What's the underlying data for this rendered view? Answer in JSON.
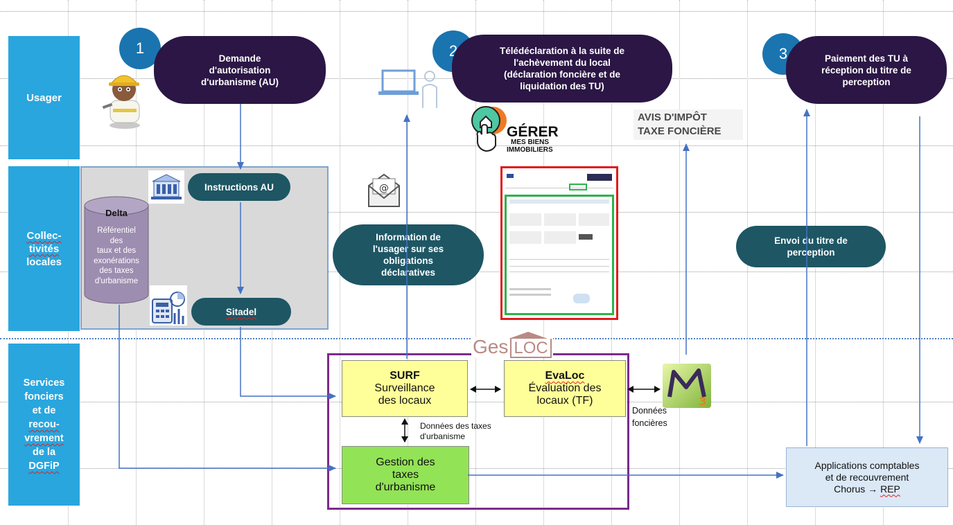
{
  "lanes": {
    "usager": "Usager",
    "collectivites": [
      "Collec-",
      "tivités",
      "locales"
    ],
    "services": [
      "Services",
      "fonciers",
      "et de",
      "recou-",
      "vrement",
      "de la",
      "DGFiP"
    ]
  },
  "steps": {
    "step1": {
      "number": "1",
      "text": [
        "Demande",
        "d'autorisation",
        "d'urbanisme (AU)"
      ]
    },
    "step2": {
      "number": "2",
      "text": [
        "Télédéclaration à la suite de",
        "l'achèvement du local",
        "(déclaration foncière et de",
        "liquidation des TU)"
      ]
    },
    "step3": {
      "number": "3",
      "text": [
        "Paiement des TU à",
        "réception du titre de",
        "perception"
      ]
    }
  },
  "collectivites": {
    "instructions": "Instructions AU",
    "sitadel": "Sitadel",
    "delta_title": "Delta",
    "delta_text": [
      "Référentiel",
      "des",
      "taux et des",
      "exonérations",
      "des taxes",
      "d'urbanisme"
    ]
  },
  "information": [
    "Information de",
    "l'usager sur ses",
    "obligations",
    "déclaratives"
  ],
  "envoi": [
    "Envoi du titre de",
    "perception"
  ],
  "gerer": {
    "line1": "GÉRER",
    "line2": "MES BIENS",
    "line3": "IMMOBILIERS"
  },
  "avis": {
    "line1": "AVIS D'IMPÔT",
    "line2": "TAXE FONCIÈRE"
  },
  "gesloc": {
    "ges": "Ges",
    "loc": "LOC"
  },
  "surf": {
    "title": "SURF",
    "line1": "Surveillance",
    "line2": "des locaux"
  },
  "evaloc": {
    "title": "EvaLoc",
    "line1": "Évaluation des",
    "line2": "locaux (TF)"
  },
  "gestion": [
    "Gestion des",
    "taxes",
    "d'urbanisme"
  ],
  "donnees_taxes": [
    "Données des taxes",
    "d'urbanisme"
  ],
  "donnees_foncieres": [
    "Données",
    "foncières"
  ],
  "applications": {
    "line1": "Applications comptables",
    "line2": "et de recouvrement",
    "line3_a": "Chorus → ",
    "line3_b": "REP"
  },
  "majic": "MAJIC 3",
  "colors": {
    "lane": "#29a6de",
    "pill": "#2b1645",
    "teal": "#1e5664",
    "number": "#1a74b0",
    "arrow": "#4472c4",
    "yellow": "#ffff99",
    "green": "#92e356",
    "purple": "#7b2c8a",
    "app_box": "#dbe8f6"
  }
}
